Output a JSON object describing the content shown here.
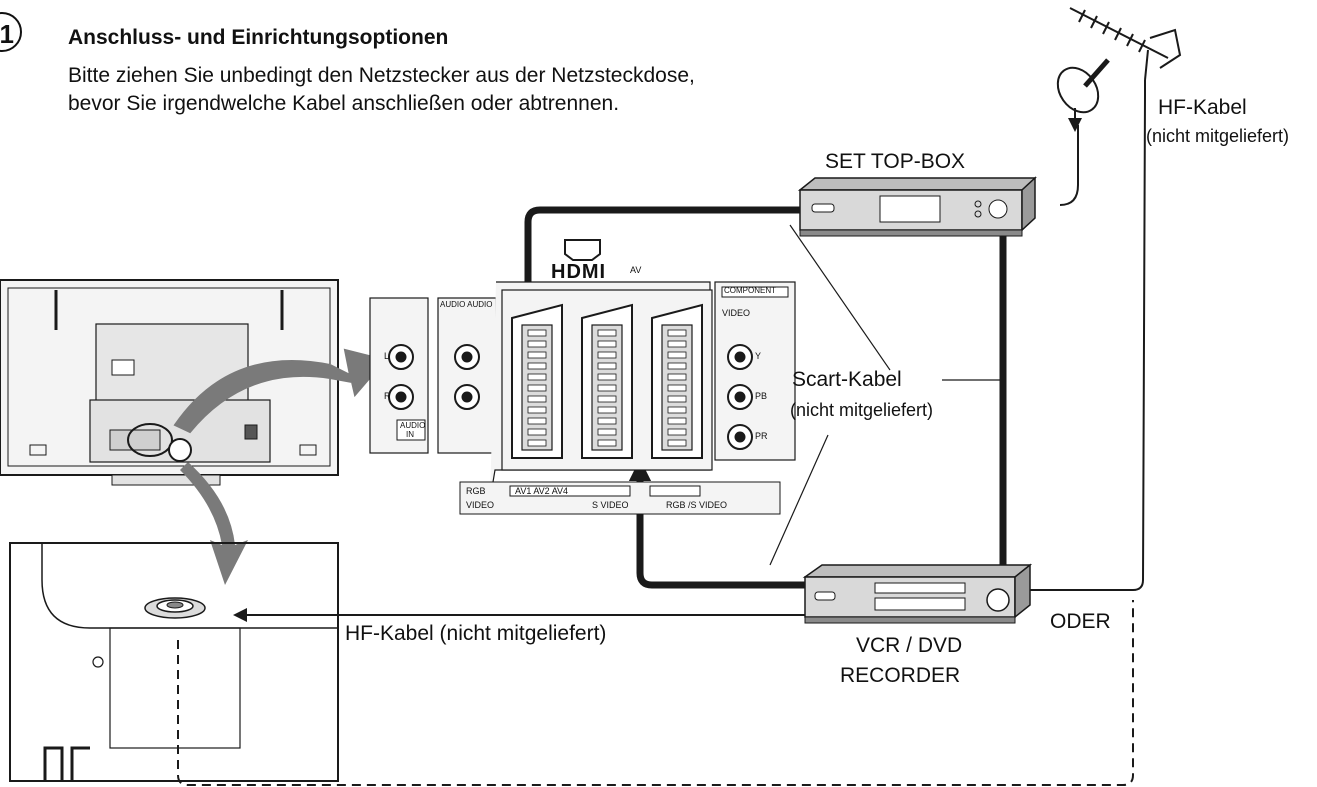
{
  "header": {
    "step": "1",
    "title": "Anschluss- und Einrichtungsoptionen",
    "line1": "Bitte ziehen Sie unbedingt den Netzstecker aus der Netzsteckdose,",
    "line2": "bevor Sie irgendwelche Kabel anschließen oder abtrennen."
  },
  "labels": {
    "hf_kabel_top": "HF-Kabel",
    "not_supplied_top": "(nicht mitgeliefert)",
    "set_top_box": "SET TOP-BOX",
    "scart_kabel": "Scart-Kabel",
    "scart_not_supplied": "(nicht mitgeliefert)",
    "hf_kabel_bottom": "HF-Kabel (nicht mitgeliefert)",
    "vcr_line1": "VCR / DVD",
    "vcr_line2": "RECORDER",
    "oder": "ODER"
  },
  "panel": {
    "hdmi": "HDMI",
    "av": "AV",
    "component": "COMPONENT",
    "video": "VIDEO",
    "audio_l": "L",
    "audio_r": "R",
    "audio_in_1": "AUDIO",
    "audio_in_2": "IN",
    "audio_audio": "AUDIO AUDIO",
    "y": "Y",
    "pb": "PB",
    "pr": "PR",
    "rgb_row": "RGB",
    "av_labels": "AV1 AV2 AV4",
    "video_row": "VIDEO",
    "svideo": "S VIDEO",
    "rgb_svideo": "RGB   /S VIDEO"
  },
  "colors": {
    "line": "#1a1a1a",
    "device": "#d9d9d9",
    "device_dark": "#8a8a8a",
    "panel": "#f2f2f2"
  }
}
